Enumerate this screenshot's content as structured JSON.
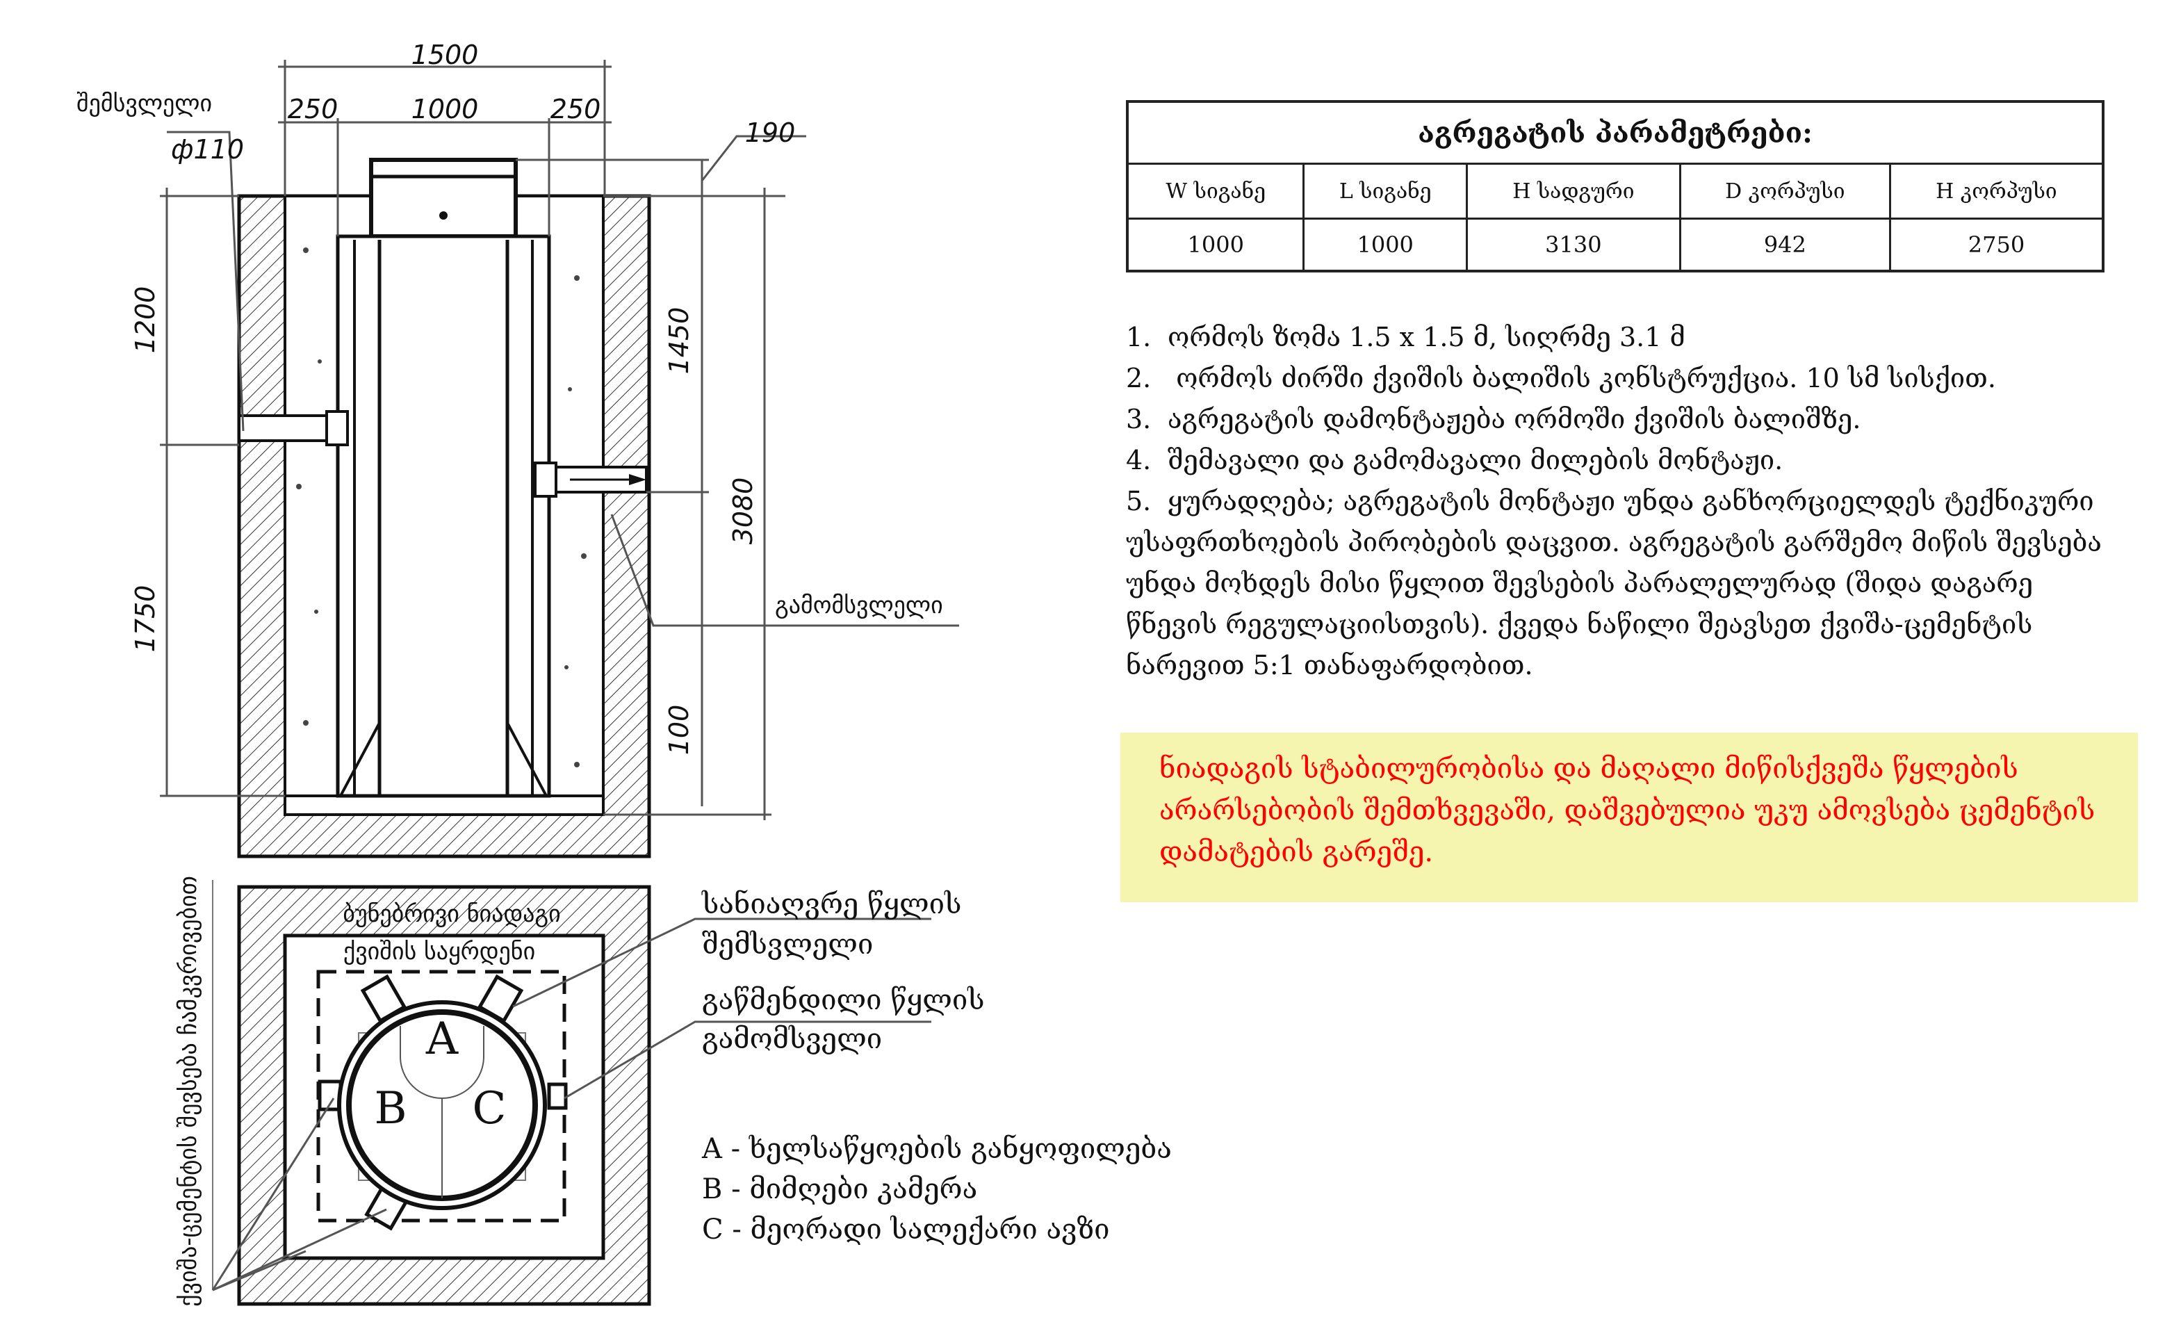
{
  "section_view": {
    "dims": {
      "total_width": "1500",
      "side_left": "250",
      "inner": "1000",
      "side_right": "250",
      "lid": "190",
      "upper_left": "1200",
      "lower_left": "1750",
      "pipe_depth": "1450",
      "total_depth": "3080",
      "base": "100"
    },
    "inlet_label": "შემსვლელი",
    "pipe_diameter": "ф110",
    "outlet_label": "გამომსვლელი"
  },
  "plan_view": {
    "natural_soil": "ბუნებრივი ნიადაგი",
    "sand_base": "ქვიშის საყრდენი",
    "side_label": "ქვიშა-ცემენტის შევსება ჩამკვრივებით",
    "compartments": [
      "A",
      "B",
      "C"
    ],
    "inlet_callout": [
      "სანიაღვრე წყლის",
      "შემსვლელი"
    ],
    "outlet_callout": [
      "გაწმენდილი წყლის",
      "გამომსველი"
    ],
    "legend": [
      "A - ხელსაწყოების განყოფილება",
      "B - მიმღები კამერა",
      "C - მეორადი სალექარი ავზი"
    ]
  },
  "params_table": {
    "title": "აგრეგატის პარამეტრები:",
    "headers": [
      "W სიგანე",
      "L სიგანე",
      "H სადგური",
      "D კორპუსი",
      "H კორპუსი"
    ],
    "values": [
      "1000",
      "1000",
      "3130",
      "942",
      "2750"
    ]
  },
  "notes": [
    {
      "n": "1.",
      "text": "ორმოს ზომა 1.5 x 1.5 მ, სიღრმე 3.1 მ"
    },
    {
      "n": "2.",
      "text": " ორმოს ძირში ქვიშის ბალიშის კონსტრუქცია. 10 სმ სისქით."
    },
    {
      "n": "3.",
      "text": "აგრეგატის დამონტაჟება ორმოში ქვიშის ბალიშზე."
    },
    {
      "n": "4.",
      "text": "შემავალი და გამომავალი მილების მონტაჟი."
    },
    {
      "n": "5.",
      "text": "ყურადღება; აგრეგატის მონტაჟი უნდა განხორციელდეს ტექნიკური უსაფრთხოების პირობების დაცვით. აგრეგატის გარშემო მიწის შევსება უნდა მოხდეს მისი წყლით შევსების პარალელურად (შიდა დაგარე წნევის რეგულაციისთვის). ქვედა ნაწილი შეავსეთ ქვიშა-ცემენტის ნარევით 5:1 თანაფარდობით."
    }
  ],
  "warning": "ნიადაგის სტაბილურობისა და მაღალი მიწისქვეშა წყლების არარსებობის შემთხვევაში, დაშვებულია უკუ ამოვსება ცემენტის დამატების გარეშე.",
  "colors": {
    "warning_bg": "#f5f5b0",
    "warning_text": "#ff0000",
    "line": "#111111"
  }
}
